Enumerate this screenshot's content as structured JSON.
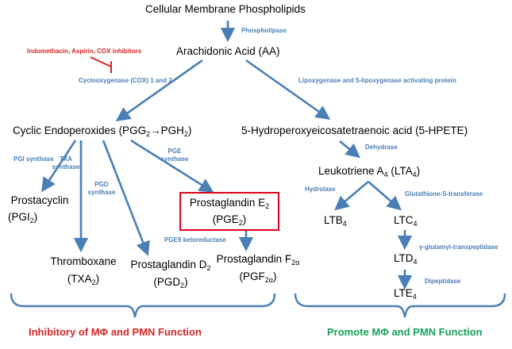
{
  "colors": {
    "arrow": "#4a7fb5",
    "enzyme_text": "#4a7fb5",
    "inhibitor": "#d62728",
    "box": "#e0001a",
    "green": "#1aa05a"
  },
  "nodes": {
    "membrane": "Cellular Membrane Phospholipids",
    "aa": "Arachidonic Acid (AA)",
    "cyclic_pre": "Cyclic Endoperoxides (PGG",
    "cyclic_sub1": "2",
    "cyclic_arrow": "→",
    "cyclic_mid": "PGH",
    "cyclic_sub2": "2",
    "cyclic_post": ")",
    "hpete": "5-Hydroperoxyeicosatetraenoic acid (5-HPETE)",
    "lta_pre": "Leukotriene A",
    "lta_sub": "4",
    "lta_mid": " (LTA",
    "lta_sub2": "4",
    "lta_post": ")",
    "prostacyclin": "Prostacyclin",
    "pgi_pre": "(PGI",
    "pgi_sub": "2",
    "pgi_post": ")",
    "thromboxane": "Thromboxane",
    "txa_pre": "(TXA",
    "txa_sub": "2",
    "txa_post": ")",
    "pgd_pre": "Prostaglandin D",
    "pgd_sub": "2",
    "pgd2_pre": "(PGD",
    "pgd2_sub": "2",
    "pgd2_post": ")",
    "pge_pre": "Prostaglandin E",
    "pge_sub": "2",
    "pge2_pre": "(PGE",
    "pge2_sub": "2",
    "pge2_post": ")",
    "pgf_pre": "Prostaglandin F",
    "pgf_sub": "2α",
    "pgf2_pre": "(PGF",
    "pgf2_sub": "2α",
    "pgf2_post": ")",
    "ltb_pre": "LTB",
    "ltb_sub": "4",
    "ltc_pre": "LTC",
    "ltc_sub": "4",
    "ltd_pre": "LTD",
    "ltd_sub": "4",
    "lte_pre": "LTE",
    "lte_sub": "4"
  },
  "enzymes": {
    "phospholipase": "Phospholipase",
    "inhibitors": "Indomethacin, Aspirin, COX inhibitors",
    "cox": "Cyclooxygenase (COX) 1 and 2",
    "lipox": "Lipoxygenase and 5-lipoxygenase activating protein",
    "dehydrase": "Dehydrase",
    "pgi_synthase": "PGI synthase",
    "txa_synthase_1": "TXA",
    "txa_synthase_2": "synthase",
    "pgd_synthase_1": "PGD",
    "pgd_synthase_2": "synthase",
    "pge_synthase_1": "PGE",
    "pge_synthase_2": "synthase",
    "pge9": "PGE9 ketoreductase",
    "hydrolase": "Hydrolase",
    "gst": "Glutathione-S-transferase",
    "ggt": "γ-glutamyl-transpeptidase",
    "dipeptidase": "Dipeptidase"
  },
  "footer": {
    "left": "Inhibitory of MΦ and PMN Function",
    "right": "Promote MΦ and PMN Function"
  }
}
